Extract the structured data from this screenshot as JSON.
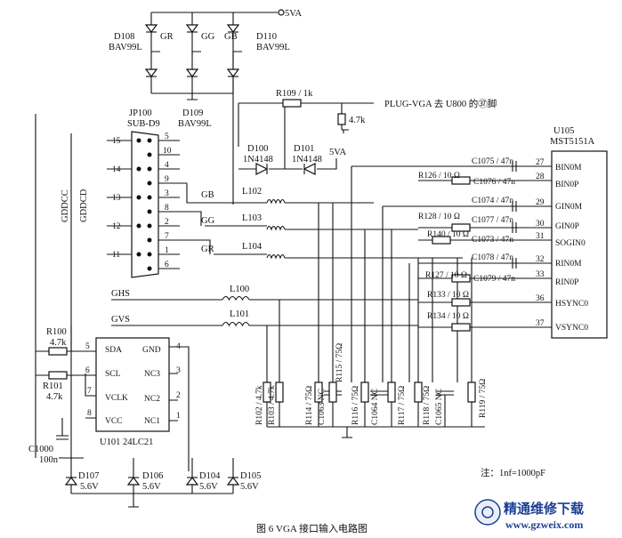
{
  "caption": "图 6 VGA 接口输入电路图",
  "note": "注：1nf=1000pF",
  "watermark": {
    "text": "精通维修下载",
    "url": "www.gzweix.com",
    "color": "#1b3f96"
  },
  "power": {
    "top": "5VA",
    "mid": "5VA"
  },
  "connector": {
    "ref": "JP100",
    "part": "SUB-D9",
    "pins_left": [
      "15",
      "14",
      "13",
      "12",
      "11"
    ],
    "pins_right": [
      "5",
      "10",
      "4",
      "9",
      "3",
      "8",
      "2",
      "7",
      "1",
      "6"
    ]
  },
  "nets": {
    "gr": "GR",
    "gg": "GG",
    "gb": "GB",
    "ghs": "GHS",
    "gvs": "GVS",
    "gddcc": "GDDCC",
    "gddcd": "GDDCD",
    "plug": "PLUG-VGA 去 U800 的㊲脚"
  },
  "diodes": {
    "d108": {
      "ref": "D108",
      "part": "BAV99L"
    },
    "d109": {
      "ref": "D109",
      "part": "BAV99L"
    },
    "d110": {
      "ref": "D110",
      "part": "BAV99L"
    },
    "d100": {
      "ref": "D100",
      "part": "1N4148"
    },
    "d101": {
      "ref": "D101",
      "part": "1N4148"
    },
    "d107": {
      "ref": "D107",
      "part": "5.6V"
    },
    "d106": {
      "ref": "D106",
      "part": "5.6V"
    },
    "d104": {
      "ref": "D104",
      "part": "5.6V"
    },
    "d105": {
      "ref": "D105",
      "part": "5.6V"
    }
  },
  "inductors": [
    "L102",
    "L103",
    "L104",
    "L100",
    "L101"
  ],
  "resistors_h": {
    "r109": "R109 / 1k",
    "r47": "4.7k",
    "r126": "R126 / 10 Ω",
    "r128": "R128 / 10 Ω",
    "r140": "R140 / 10 Ω",
    "r127": "R127 / 10 Ω",
    "r133": "R133 / 10 Ω",
    "r134": "R134 / 10 Ω",
    "r100": "R100",
    "r100v": "4.7k",
    "r101": "R101",
    "r101v": "4.7k"
  },
  "caps_series": {
    "c1075": "C1075 / 47n",
    "c1076": "C1076 / 47n",
    "c1074": "C1074 / 47n",
    "c1077": "C1077 / 47n",
    "c1073": "C1073 / 47n",
    "c1078": "C1078 / 47n",
    "c1079": "C1079 / 47n"
  },
  "vertical_parts": [
    "R102 / 4.7k",
    "R103 / 4.7k",
    "R114 / 75Ω",
    "C1063 NC",
    "R115 / 75Ω",
    "R116 / 75Ω",
    "C1064 NC",
    "R117 / 75Ω",
    "R118 / 75Ω",
    "C1065 NC",
    "R119 / 75Ω"
  ],
  "c1000": {
    "ref": "C1000",
    "val": "100n"
  },
  "u101": {
    "ref": "U101 24LC21",
    "left": [
      {
        "pin": "5",
        "name": "SDA"
      },
      {
        "pin": "6",
        "name": "SCL"
      },
      {
        "pin": "7",
        "name": "VCLK"
      },
      {
        "pin": "8",
        "name": "VCC"
      }
    ],
    "right": [
      {
        "pin": "4",
        "name": "GND"
      },
      {
        "pin": "3",
        "name": "NC3"
      },
      {
        "pin": "2",
        "name": "NC2"
      },
      {
        "pin": "1",
        "name": "NC1"
      }
    ]
  },
  "u105": {
    "ref": "U105",
    "part": "MST5151A",
    "pins": [
      {
        "pin": "27",
        "name": "BIN0M"
      },
      {
        "pin": "28",
        "name": "BIN0P"
      },
      {
        "pin": "29",
        "name": "GIN0M"
      },
      {
        "pin": "30",
        "name": "GIN0P"
      },
      {
        "pin": "31",
        "name": "SOGIN0"
      },
      {
        "pin": "32",
        "name": "RIN0M"
      },
      {
        "pin": "33",
        "name": "RIN0P"
      },
      {
        "pin": "36",
        "name": "HSYNC0"
      },
      {
        "pin": "37",
        "name": "VSYNC0"
      }
    ]
  }
}
